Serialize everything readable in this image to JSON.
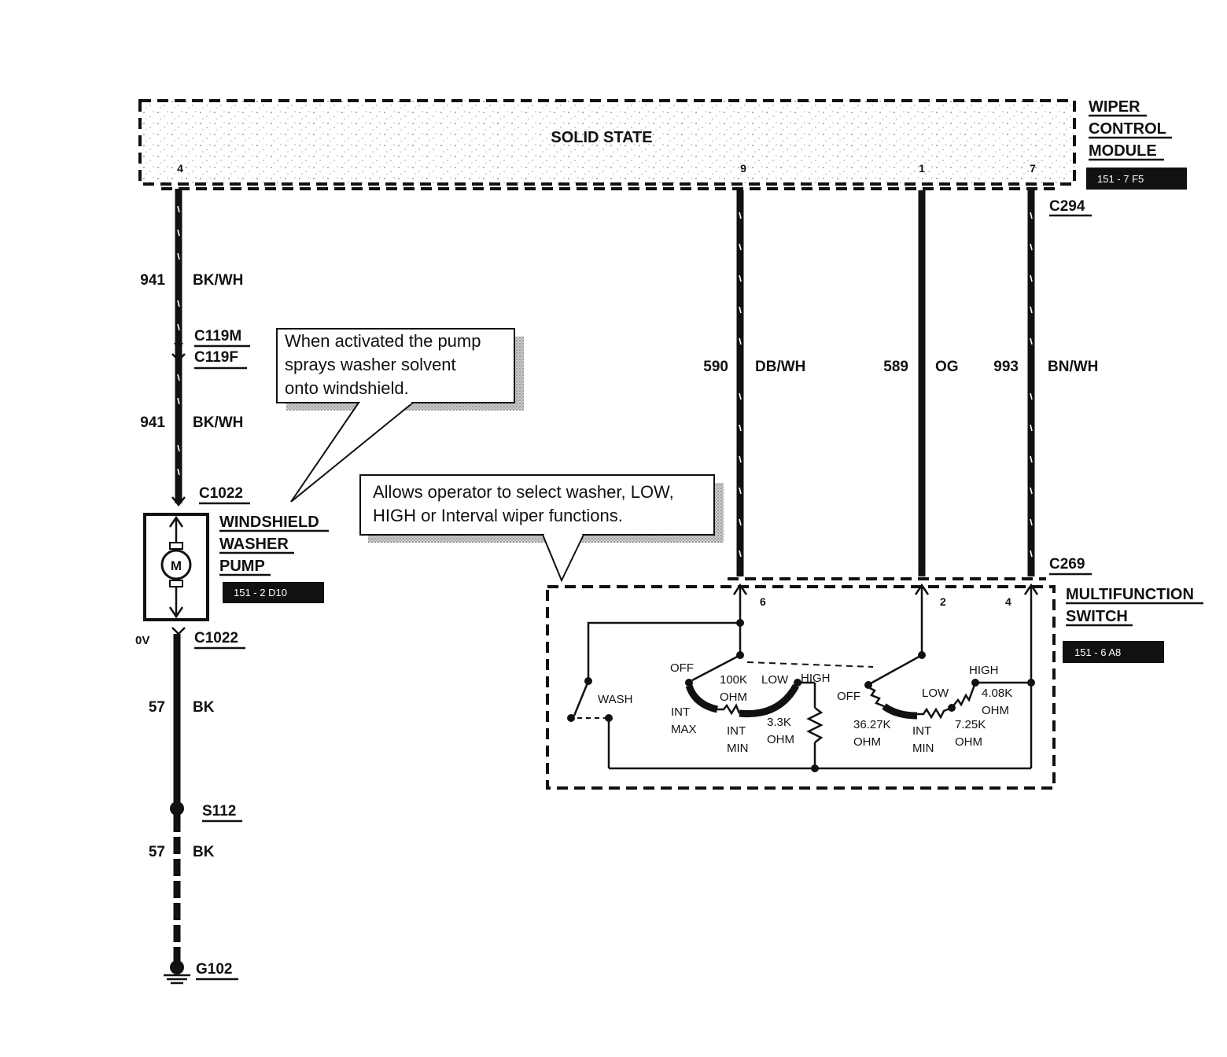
{
  "module": {
    "title_lines": [
      "WIPER",
      "CONTROL",
      "MODULE"
    ],
    "body_label": "SOLID STATE",
    "ref": "151 - 7 F5",
    "pins": [
      "4",
      "9",
      "1",
      "7"
    ],
    "connector": "C294"
  },
  "left_circuit": {
    "wire1": {
      "circuit": "941",
      "color": "BK/WH"
    },
    "connector_m": "C119M",
    "connector_f": "C119F",
    "wire2": {
      "circuit": "941",
      "color": "BK/WH"
    },
    "connector_top": "C1022",
    "pump": {
      "title_lines": [
        "WINDSHIELD",
        "WASHER",
        "PUMP"
      ],
      "symbol": "M",
      "ref": "151 - 2 D10"
    },
    "voltage": "0V",
    "connector_bottom": "C1022",
    "wire3": {
      "circuit": "57",
      "color": "BK"
    },
    "splice": "S112",
    "wire4": {
      "circuit": "57",
      "color": "BK"
    },
    "ground": "G102"
  },
  "callouts": {
    "pump_note_lines": [
      "When activated the pump",
      "sprays washer solvent",
      "onto windshield."
    ],
    "switch_note_lines": [
      "Allows operator to select washer,  LOW,",
      "HIGH or Interval wiper functions."
    ]
  },
  "right_wires": [
    {
      "circuit": "590",
      "color": "DB/WH"
    },
    {
      "circuit": "589",
      "color": "OG"
    },
    {
      "circuit": "993",
      "color": "BN/WH"
    }
  ],
  "switch": {
    "connector": "C269",
    "title_lines": [
      "MULTIFUNCTION",
      "SWITCH"
    ],
    "ref": "151 - 6 A8",
    "pins": [
      "6",
      "2",
      "4"
    ],
    "wash": "WASH",
    "left_bank": {
      "off": "OFF",
      "int_max": [
        "INT",
        "MAX"
      ],
      "r1": [
        "100K",
        "OHM"
      ],
      "low": "LOW",
      "high": "HIGH",
      "int_min": [
        "INT",
        "MIN"
      ],
      "r2": [
        "3.3K",
        "OHM"
      ]
    },
    "right_bank": {
      "off": "OFF",
      "r1": [
        "36.27K",
        "OHM"
      ],
      "low": "LOW",
      "int_min": [
        "INT",
        "MIN"
      ],
      "r2": [
        "7.25K",
        "OHM"
      ],
      "high": "HIGH",
      "r3": [
        "4.08K",
        "OHM"
      ]
    }
  }
}
